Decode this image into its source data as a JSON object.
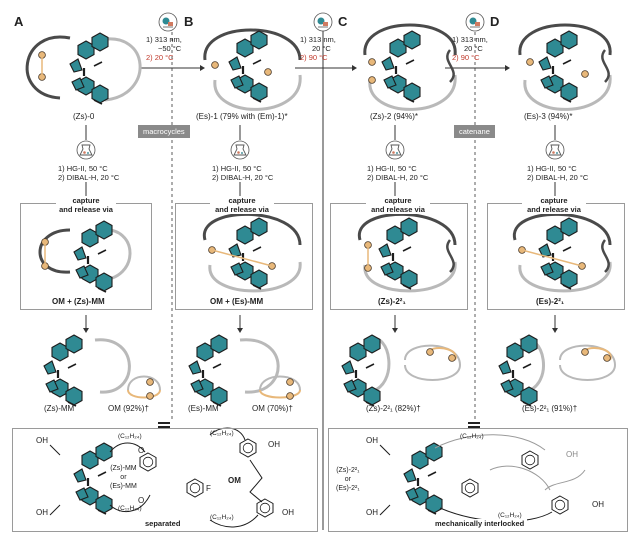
{
  "panels": {
    "A": {
      "letter": "A",
      "start_label": "(Zs)-0",
      "step": [
        "1) HG-II, 50 °C",
        "2) DIBAL-H, 20 °C"
      ],
      "capture": [
        "capture",
        "and release via"
      ],
      "cap_product": "OM + (Zs)-MM",
      "mm_label": "(Zs)-MM",
      "om_label": "OM (92%)†"
    },
    "B": {
      "letter": "B",
      "start_label": "(Es)-1 (79% with (Em)-1)*",
      "step": [
        "1) HG-II, 50 °C",
        "2) DIBAL-H, 20 °C"
      ],
      "capture": [
        "capture",
        "and release via"
      ],
      "cap_product": "OM + (Es)-MM",
      "mm_label": "(Es)-MM",
      "om_label": "OM (70%)†"
    },
    "C": {
      "letter": "C",
      "start_label": "(Zs)-2 (94%)*",
      "step": [
        "1) HG-II, 50 °C",
        "2) DIBAL-H, 20 °C"
      ],
      "capture": [
        "capture",
        "and release via"
      ],
      "cap_product": "(Zs)-2²₁",
      "product_label": "(Zs)-2²₁ (82%)†"
    },
    "D": {
      "letter": "D",
      "start_label": "(Es)-3 (94%)*",
      "step": [
        "1) HG-II, 50 °C",
        "2) DIBAL-H, 20 °C"
      ],
      "capture": [
        "capture",
        "and release via"
      ],
      "cap_product": "(Es)-2²₁",
      "product_label": "(Es)-2²₁ (91%)†"
    }
  },
  "arrows": {
    "AB": [
      "1) 313 nm,",
      "−50 °C",
      "2) 20 °C"
    ],
    "BC": [
      "1) 313 nm,",
      "20 °C",
      "2) 90 °C"
    ],
    "CD": [
      "1) 313 nm,",
      "20 °C",
      "2) 90 °C"
    ]
  },
  "tags": {
    "left": "macrocycles",
    "right": "catenane"
  },
  "bottom": {
    "left_caption": "separated",
    "right_caption": "mechanically interlocked",
    "chain_label": "(C₁₂H₂₄)",
    "zs_mm": "(Zs)-MM",
    "or": "or",
    "es_mm": "(Es)-MM",
    "om": "OM",
    "zs_cat": "(Zs)-2²₁",
    "es_cat": "(Es)-2²₁",
    "oh": "OH",
    "o": "O",
    "f": "F"
  },
  "colors": {
    "teal": "#2f8a93",
    "ring_dark": "#4a4a4a",
    "ring_light": "#b9b9b9",
    "bead": "#e8b87a",
    "tag_bg": "#8a8a8a"
  }
}
